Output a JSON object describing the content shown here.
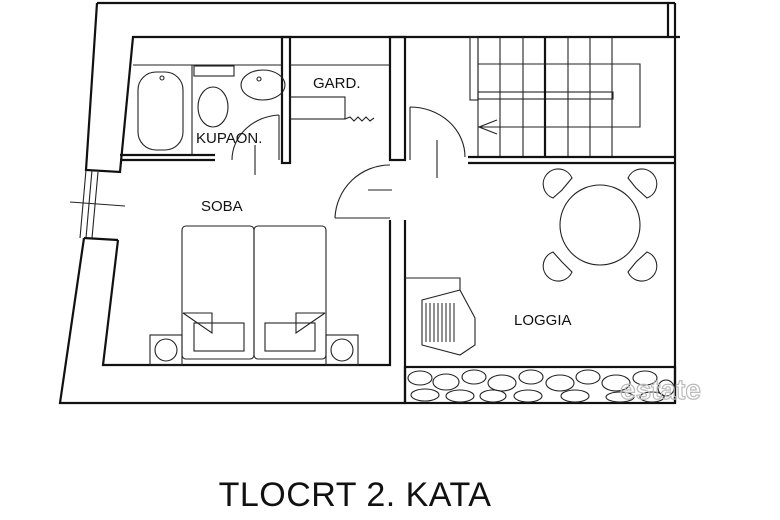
{
  "plan": {
    "title": "TLOCRT 2. KATA",
    "rooms": {
      "garderoba": "GARD.",
      "kupaonica": "KUPAON.",
      "soba": "SOBA",
      "loggia": "LOGGIA"
    },
    "watermark": "estate"
  },
  "colors": {
    "lines": "#111111",
    "background": "#ffffff",
    "watermark": "#bbbbbb"
  }
}
